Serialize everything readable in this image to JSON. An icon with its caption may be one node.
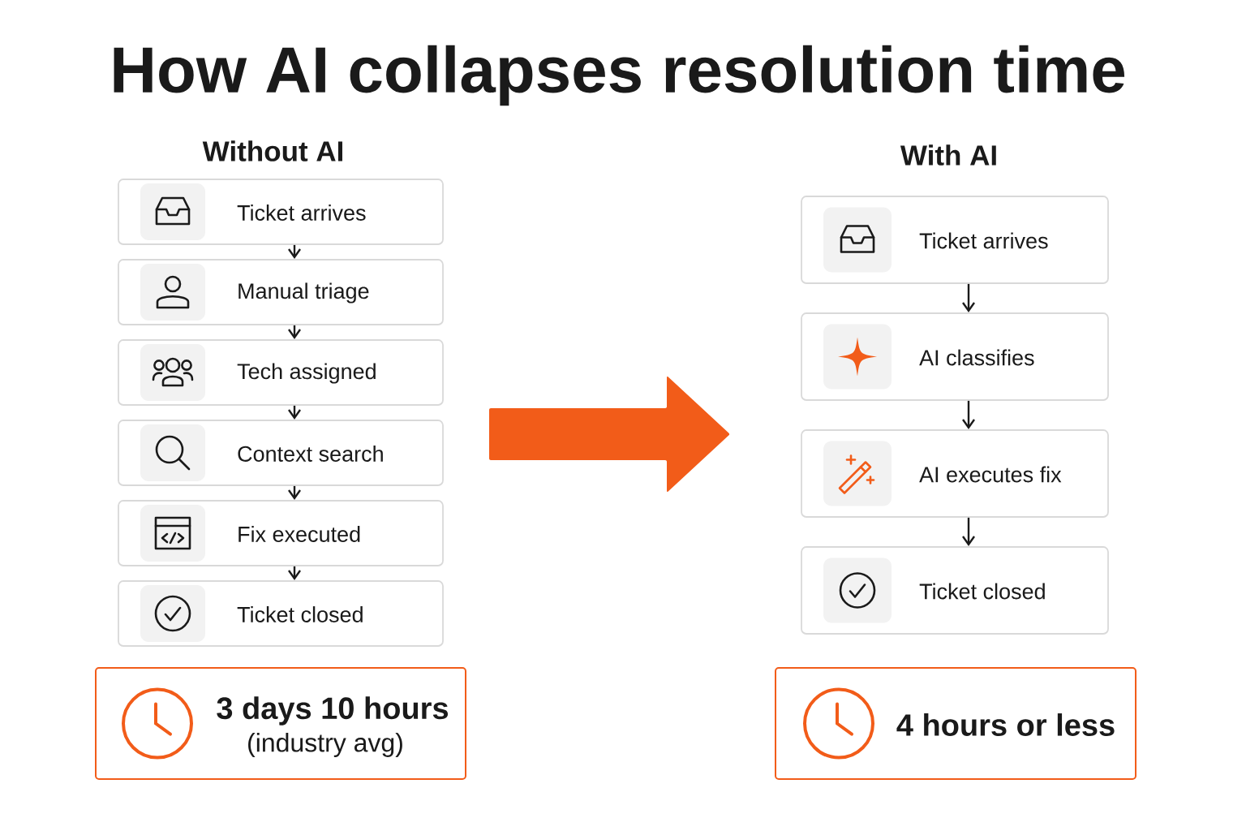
{
  "diagram": {
    "title": "How AI collapses resolution time",
    "nodes": [
      {
        "text": [
          "Ticket arrives"
        ]
      },
      {
        "text": [
          "Manual triage"
        ]
      },
      {
        "text": [
          "Tech assigned"
        ]
      },
      {
        "text": [
          "Context search"
        ]
      },
      {
        "text": [
          "Fix executed"
        ]
      },
      {
        "text": [
          "Ticket closed"
        ]
      },
      {
        "text": [
          "3 days 10 hours",
          "(industry avg)"
        ]
      },
      {
        "text": [
          "Ticket arrives"
        ]
      },
      {
        "text": [
          "AI classifies"
        ]
      },
      {
        "text": [
          "AI executes fix"
        ]
      },
      {
        "text": [
          "Ticket closed"
        ]
      },
      {
        "text": [
          "4 hours or less"
        ]
      }
    ],
    "edges": [
      {
        "from": 0,
        "to": 1,
        "arrow": "to"
      },
      {
        "from": 1,
        "to": 2,
        "arrow": "to"
      },
      {
        "from": 2,
        "to": 3,
        "arrow": "to"
      },
      {
        "from": 3,
        "to": 4,
        "arrow": "to"
      },
      {
        "from": 4,
        "to": 5,
        "arrow": "to"
      },
      {
        "from": 7,
        "to": 8,
        "arrow": "to"
      },
      {
        "from": 8,
        "to": 9,
        "arrow": "to"
      },
      {
        "from": 9,
        "to": 10,
        "arrow": "to"
      }
    ],
    "labels": [
      "Without AI",
      "With AI"
    ]
  }
}
